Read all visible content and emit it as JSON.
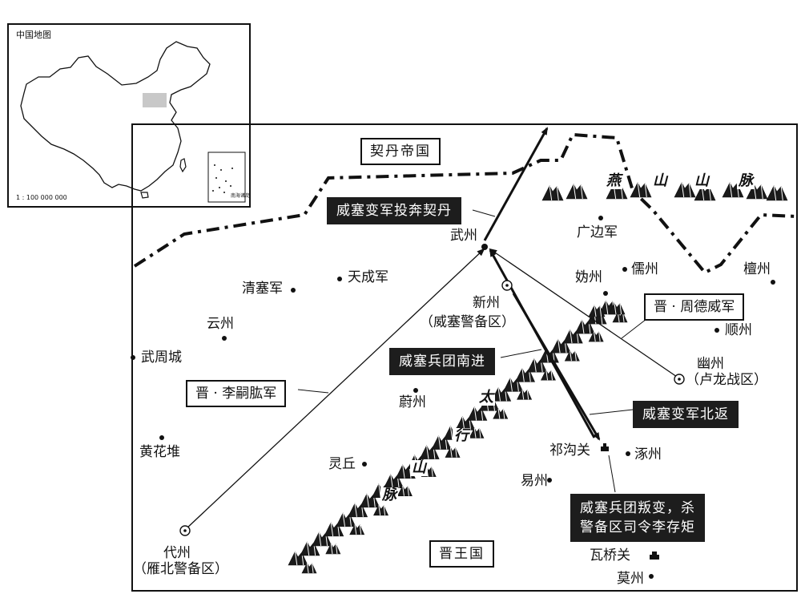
{
  "inset": {
    "title": "中国地图",
    "scale": "1 : 100 000 000",
    "south_sea_label": "南海诸岛"
  },
  "regions": {
    "khitan": "契丹帝国",
    "jin": "晋王国"
  },
  "mountains": {
    "yan": [
      "燕",
      "山",
      "山",
      "脉"
    ],
    "taihang": [
      "太",
      "行",
      "山",
      "脉"
    ]
  },
  "places": {
    "wuzhou": "武州",
    "guangbianjun": "广边军",
    "ruzhou": "儒州",
    "guizhou": "妫州",
    "tanzhou": "檀州",
    "shunzhou": "顺州",
    "qingsaijun": "清塞军",
    "tianchengjun": "天成军",
    "xinzhou": "新州",
    "xinzhou_note": "（威塞警备区）",
    "yunzhou": "云州",
    "wuzhoucheng": "武周城",
    "youzhou": "幽州",
    "youzhou_note": "（卢龙战区）",
    "yuzhou": "蔚州",
    "qigouguan": "祁沟关",
    "zhuozhou": "涿州",
    "huanghuadui": "黄花堆",
    "lingqiu": "灵丘",
    "yizhou": "易州",
    "daizhou": "代州",
    "daizhou_note": "（雁北警备区）",
    "waqiaoguan": "瓦桥关",
    "mozhou": "莫州"
  },
  "callouts": {
    "defect": "威塞变军投奔契丹",
    "zhou_dewei": "晋 · 周德威军",
    "south_advance": "威塞兵团南进",
    "li_siyuan": "晋 · 李嗣肱军",
    "north_return": "威塞变军北返",
    "mutiny_line1": "威塞兵团叛变，杀",
    "mutiny_line2": "警备区司令李存矩"
  }
}
